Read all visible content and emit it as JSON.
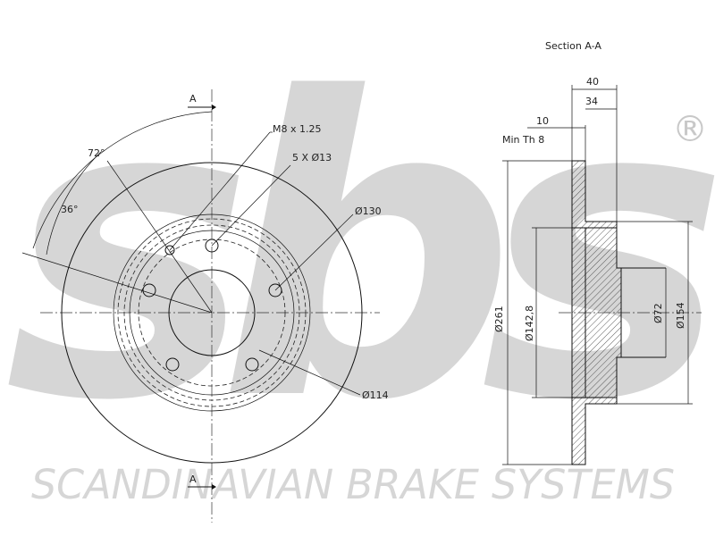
{
  "brand": {
    "watermark_text": "sbs",
    "registered_mark": "®",
    "tagline": "SCANDINAVIAN BRAKE SYSTEMS",
    "watermark_color": "#d6d6d6"
  },
  "front_view": {
    "section_marker_top": "A",
    "section_marker_bottom": "A",
    "angle_outer": "72°",
    "angle_inner": "36°",
    "thread_label": "M8 x 1.25",
    "holes_label": "5 X Ø13",
    "pcd_label": "Ø130",
    "inner_diameter_label": "Ø114"
  },
  "section_view": {
    "title": "Section A-A",
    "overall_thickness": "40",
    "hat_depth": "34",
    "disc_thickness": "10",
    "min_thickness_label": "Min Th 8",
    "outer_diameter": "Ø261",
    "hat_outer_diameter": "Ø142,8",
    "center_bore": "Ø72",
    "hat_diameter": "Ø154"
  }
}
